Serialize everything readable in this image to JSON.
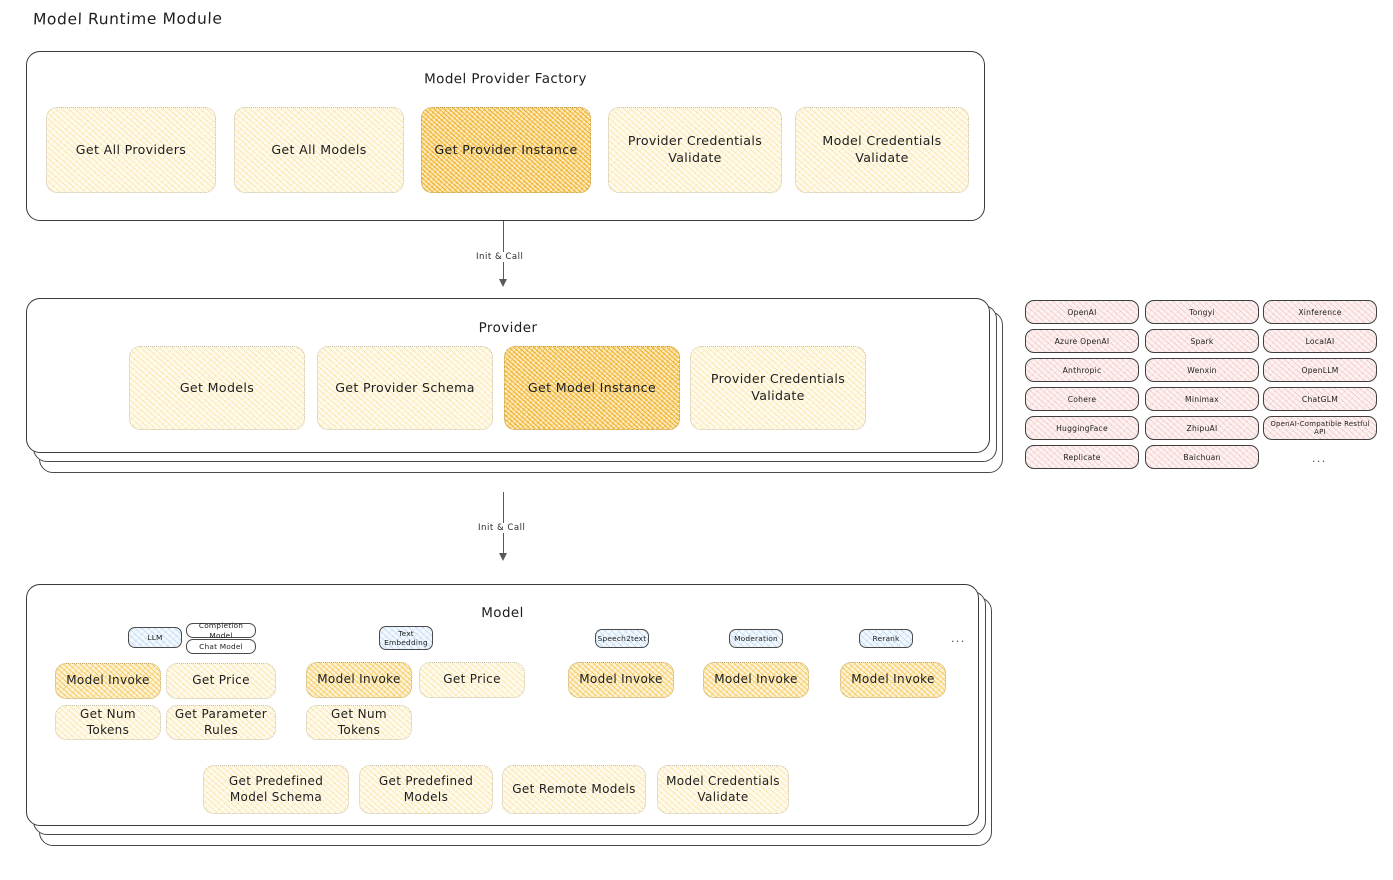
{
  "page": {
    "title": "Model Runtime Module"
  },
  "arrows": [
    {
      "label": "Init & Call"
    },
    {
      "label": "Init & Call"
    }
  ],
  "factory": {
    "title": "Model Provider Factory",
    "items": [
      {
        "label": "Get All Providers",
        "fill": "light"
      },
      {
        "label": "Get All Models",
        "fill": "light"
      },
      {
        "label": "Get Provider Instance",
        "fill": "strong"
      },
      {
        "label": "Provider Credentials Validate",
        "fill": "light"
      },
      {
        "label": "Model Credentials Validate",
        "fill": "light"
      }
    ]
  },
  "provider": {
    "title": "Provider",
    "items": [
      {
        "label": "Get Models",
        "fill": "light"
      },
      {
        "label": "Get Provider Schema",
        "fill": "light"
      },
      {
        "label": "Get Model Instance",
        "fill": "strong"
      },
      {
        "label": "Provider Credentials Validate",
        "fill": "light"
      }
    ]
  },
  "provider_list": {
    "ellipsis": "...",
    "columns": [
      {
        "items": [
          "OpenAI",
          "Azure OpenAI",
          "Anthropic",
          "Cohere",
          "HuggingFace",
          "Replicate"
        ]
      },
      {
        "items": [
          "Tongyi",
          "Spark",
          "Wenxin",
          "Minimax",
          "ZhipuAI",
          "Baichuan"
        ]
      },
      {
        "items": [
          "Xinference",
          "LocalAI",
          "OpenLLM",
          "ChatGLM",
          "OpenAI-Compatible Restful API"
        ]
      }
    ]
  },
  "model": {
    "title": "Model",
    "ellipsis": "...",
    "types": [
      {
        "name": "LLM",
        "sub": [
          "Completion Model",
          "Chat Model"
        ],
        "methods": [
          {
            "label": "Model Invoke",
            "fill": "med"
          },
          {
            "label": "Get Price",
            "fill": "light"
          },
          {
            "label": "Get Num Tokens",
            "fill": "light"
          },
          {
            "label": "Get Parameter Rules",
            "fill": "light"
          }
        ]
      },
      {
        "name": "Text Embedding",
        "sub": [],
        "methods": [
          {
            "label": "Model Invoke",
            "fill": "med"
          },
          {
            "label": "Get Price",
            "fill": "light"
          },
          {
            "label": "Get Num Tokens",
            "fill": "light"
          }
        ]
      },
      {
        "name": "Speech2text",
        "sub": [],
        "methods": [
          {
            "label": "Model Invoke",
            "fill": "med"
          }
        ]
      },
      {
        "name": "Moderation",
        "sub": [],
        "methods": [
          {
            "label": "Model Invoke",
            "fill": "med"
          }
        ]
      },
      {
        "name": "Rerank",
        "sub": [],
        "methods": [
          {
            "label": "Model Invoke",
            "fill": "med"
          }
        ]
      }
    ],
    "common_methods": [
      {
        "label": "Get Predefined Model Schema",
        "fill": "light"
      },
      {
        "label": "Get Predefined Models",
        "fill": "light"
      },
      {
        "label": "Get Remote Models",
        "fill": "light"
      },
      {
        "label": "Model Credentials Validate",
        "fill": "light"
      }
    ]
  },
  "colors": {
    "accent_strong": "#f0ac1a",
    "accent_med": "#f3b928",
    "accent_light": "#f7c948",
    "provider_pink": "#fdf2f2",
    "model_blue": "#f2f8fd",
    "stroke": "#3a3a3a"
  }
}
